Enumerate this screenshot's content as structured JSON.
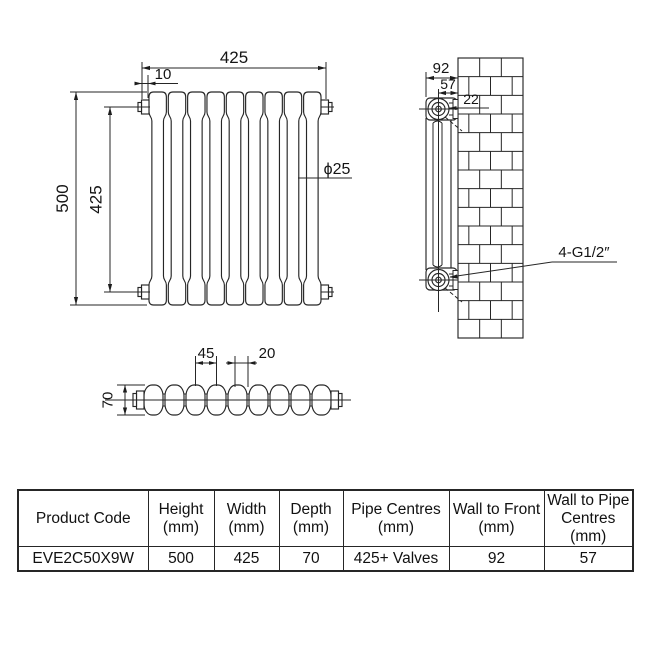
{
  "drawing": {
    "front_view": {
      "overall_width": "425",
      "inlet_offset": "10",
      "overall_height": "500",
      "pipe_centres_vertical": "425",
      "column_diameter": "ϕ25"
    },
    "side_view": {
      "wall_to_front": "92",
      "wall_to_pipe_centre": "57",
      "bracket_depth": "22",
      "pipe_connections": "4-G1/2″"
    },
    "top_view": {
      "column_pitch": "45",
      "column_gap": "20",
      "depth": "70"
    }
  },
  "spec_table": {
    "headers": [
      "Product Code",
      "Height\n(mm)",
      "Width\n(mm)",
      "Depth\n(mm)",
      "Pipe Centres\n(mm)",
      "Wall to Front\n(mm)",
      "Wall to Pipe\nCentres\n(mm)"
    ],
    "row": [
      "EVE2C50X9W",
      "500",
      "425",
      "70",
      "425+ Valves",
      "92",
      "57"
    ]
  }
}
